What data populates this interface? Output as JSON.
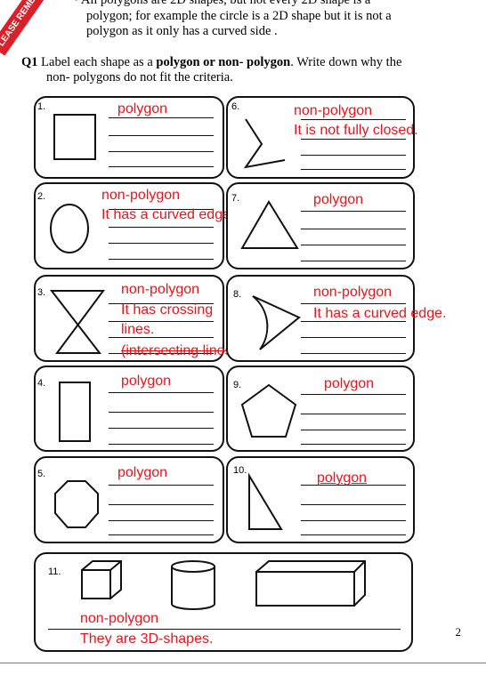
{
  "header": {
    "intro_line0": "• All polygons are 2D shapes, but not every 2D shape is a",
    "intro_line1": "polygon; for example the circle is a 2D shape but it is not a",
    "intro_line2": "polygon  as it only has a curved side .",
    "badge": "PLEASE REMEMBER"
  },
  "question": {
    "number": "Q1",
    "text_a": "Label each shape as a ",
    "text_bold": "polygon or non- polygon",
    "text_b": ". Write down why the",
    "text_line2": "non- polygons do not fit the criteria."
  },
  "cards": [
    {
      "n": "1.",
      "answer": "polygon",
      "reason": []
    },
    {
      "n": "6.",
      "answer": "non-polygon",
      "reason": [
        "It is not fully closed."
      ]
    },
    {
      "n": "2.",
      "answer": "non-polygon",
      "reason": [
        "It has a curved edge."
      ]
    },
    {
      "n": "7.",
      "answer": "polygon",
      "reason": []
    },
    {
      "n": "3.",
      "answer": "non-polygon",
      "reason": [
        "It has crossing",
        "lines.",
        "(intersecting lines)."
      ]
    },
    {
      "n": "8.",
      "answer": "non-polygon",
      "reason": [
        "It has a curved edge."
      ]
    },
    {
      "n": "4.",
      "answer": "polygon",
      "reason": []
    },
    {
      "n": "9.",
      "answer": "polygon",
      "reason": []
    },
    {
      "n": "5.",
      "answer": "polygon",
      "reason": []
    },
    {
      "n": "10.",
      "answer": "polygon",
      "reason": []
    }
  ],
  "card11": {
    "n": "11.",
    "answer": "non-polygon",
    "reason": "They are 3D-shapes."
  },
  "page_number": "2",
  "colors": {
    "answer": "#e8141c",
    "ink": "#111111",
    "badge": "#d8212a"
  },
  "icons": [
    "square",
    "bent-triangle",
    "circle",
    "triangle",
    "hourglass-crossing",
    "fan-shape",
    "rectangle",
    "pentagon",
    "octagon",
    "right-triangle",
    "cube",
    "cylinder",
    "cuboid"
  ]
}
